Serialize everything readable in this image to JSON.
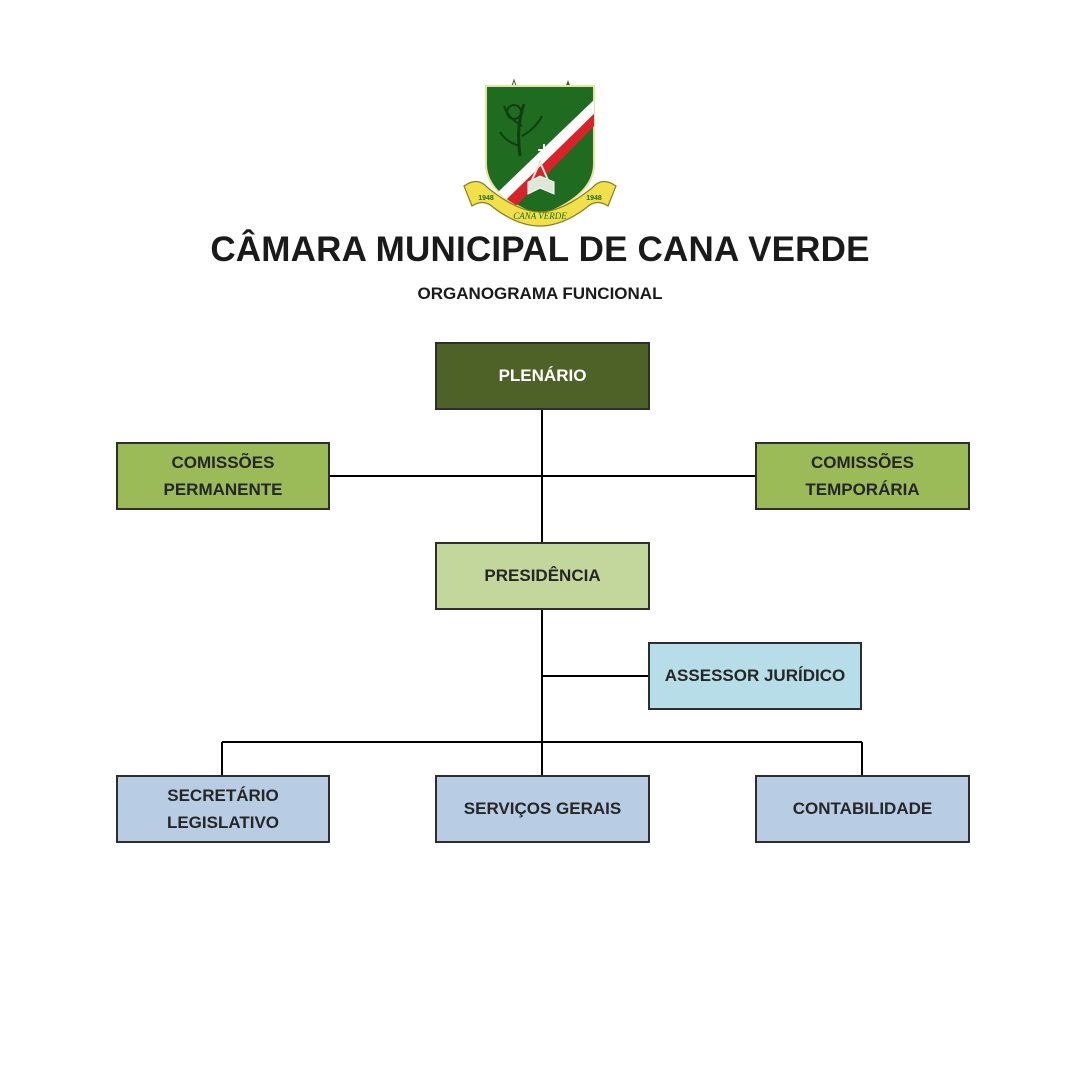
{
  "header": {
    "title": "CÂMARA MUNICIPAL DE CANA VERDE",
    "subtitle": "ORGANOGRAMA FUNCIONAL",
    "crest_banner": "CANA VERDE",
    "crest_years_left": "1948",
    "crest_years_right": "1948"
  },
  "org": {
    "plenario": "PLENÁRIO",
    "comissoes_permanente": "COMISSÕES\nPERMANENTE",
    "comissoes_temporaria": "COMISSÕES\nTEMPORÁRIA",
    "presidencia": "PRESIDÊNCIA",
    "assessor_juridico": "ASSESSOR JURÍDICO",
    "secretario_legislativo": "SECRETÁRIO\nLEGISLATIVO",
    "servicos_gerais": "SERVIÇOS GERAIS",
    "contabilidade": "CONTABILIDADE"
  },
  "colors": {
    "plenario": "#4e6228",
    "comissoes": "#9bbb59",
    "presidencia": "#c3d69b",
    "assessor": "#b7dde8",
    "staff": "#b8cce4",
    "crest_green": "#1f6b1f",
    "crest_red": "#d8232a",
    "crest_gold": "#f2e04a"
  }
}
